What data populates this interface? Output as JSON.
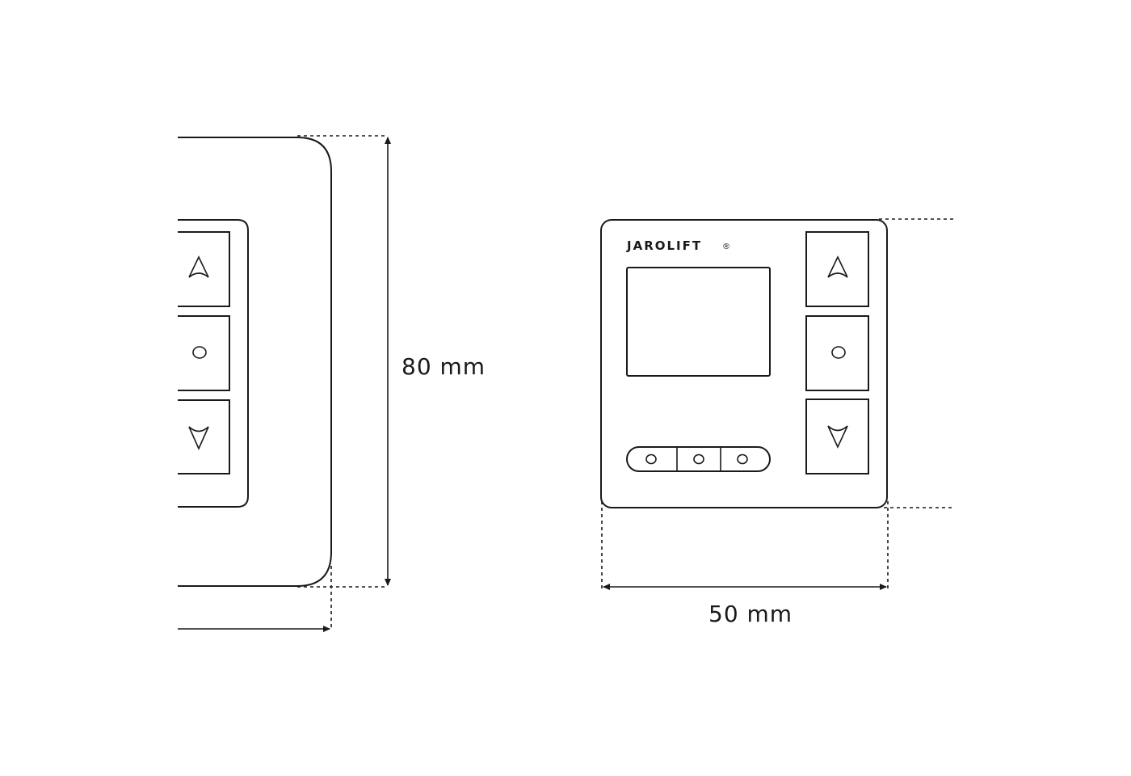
{
  "brand": {
    "name": "JAROLIFT",
    "registered_mark": "®"
  },
  "dimensions": {
    "height_label": "80 mm",
    "width_label": "50 mm"
  },
  "icons": {
    "up": "up-triangle-icon",
    "stop": "stop-circle-icon",
    "down": "down-triangle-icon"
  },
  "colors": {
    "line": "#1a1a1a",
    "background": "#ffffff"
  }
}
